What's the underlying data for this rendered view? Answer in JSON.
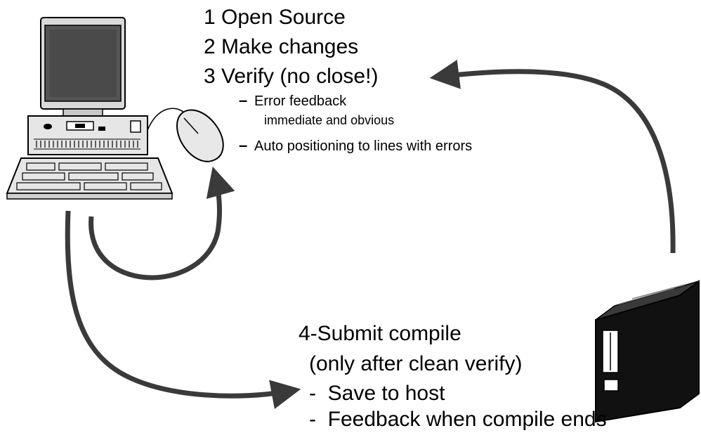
{
  "steps_top": {
    "step1": "1 Open Source",
    "step2": "2 Make changes",
    "step3": "3 Verify (no close!)",
    "bullet_marker": "–",
    "bullet1": "Error feedback",
    "bullet1_cont": "immediate and obvious",
    "bullet2": "Auto positioning to lines with errors"
  },
  "steps_bottom": {
    "step4": "4-Submit compile",
    "step4_note": "(only after clean verify)",
    "bullet_marker": "-",
    "bullet1": "Save to host",
    "bullet2": "Feedback when compile ends"
  },
  "icons": [
    "desktop-computer-icon",
    "mouse-icon",
    "server-tower-icon"
  ],
  "colors": {
    "ink": "#000000",
    "arrow": "#3a3a3a",
    "pc_body": "#e6e6e6",
    "screen": "#555555"
  }
}
